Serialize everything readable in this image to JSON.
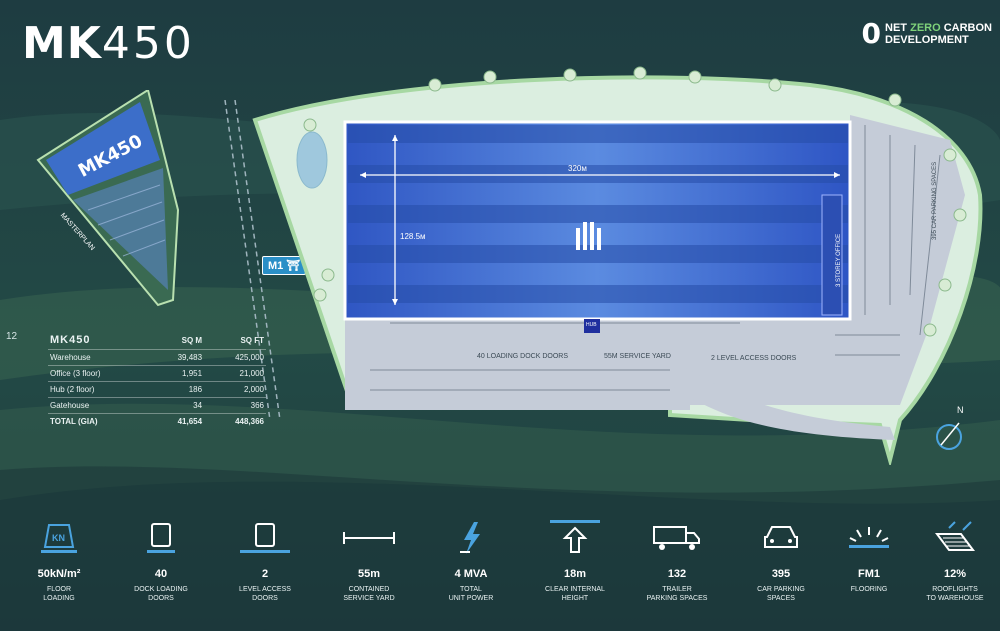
{
  "brand": {
    "logo_bold": "MK",
    "logo_thin": "450"
  },
  "badge": {
    "mark": "0",
    "line1_prefix": "NET ",
    "line1_highlight": "ZERO",
    "line1_suffix": " CARBON",
    "line2": "DEVELOPMENT"
  },
  "page_number": "12",
  "masterplan": {
    "label": "MASTERPLAN",
    "logo_text": "MK450"
  },
  "site": {
    "road_label": "M1",
    "width_label": "320м",
    "height_label": "128.5м",
    "office_label": "3 STOREY OFFICE",
    "car_parking_label": "395 CAR PARKING SPACES",
    "hub_label": "HUB",
    "loading_label": "40 LOADING DOCK DOORS",
    "yard_label": "55M SERVICE YARD",
    "access_label": "2 LEVEL ACCESS DOORS",
    "north_label": "N"
  },
  "schedule": {
    "headers": [
      "MK450",
      "SQ M",
      "SQ FT"
    ],
    "rows": [
      [
        "Warehouse",
        "39,483",
        "425,000"
      ],
      [
        "Office (3 floor)",
        "1,951",
        "21,000"
      ],
      [
        "Hub (2 floor)",
        "186",
        "2,000"
      ],
      [
        "Gatehouse",
        "34",
        "366"
      ]
    ],
    "total": [
      "TOTAL (GIA)",
      "41,654",
      "448,366"
    ]
  },
  "features": [
    {
      "icon": "floor-loading-icon",
      "value": "50kN/m²",
      "label": "FLOOR\nLOADING"
    },
    {
      "icon": "dock-door-icon",
      "value": "40",
      "label": "DOCK LOADING\nDOORS"
    },
    {
      "icon": "level-access-door-icon",
      "value": "2",
      "label": "LEVEL ACCESS\nDOORS"
    },
    {
      "icon": "service-yard-icon",
      "value": "55m",
      "label": "CONTAINED\nSERVICE YARD"
    },
    {
      "icon": "power-icon",
      "value": "4 MVA",
      "label": "TOTAL\nUNIT POWER"
    },
    {
      "icon": "height-arrow-icon",
      "value": "18m",
      "label": "CLEAR INTERNAL\nHEIGHT"
    },
    {
      "icon": "truck-icon",
      "value": "132",
      "label": "TRAILER\nPARKING SPACES"
    },
    {
      "icon": "car-icon",
      "value": "395",
      "label": "CAR PARKING\nSPACES"
    },
    {
      "icon": "flooring-icon",
      "value": "FM1",
      "label": "FLOORING"
    },
    {
      "icon": "rooflight-icon",
      "value": "12%",
      "label": "ROOFLIGHTS\nTO WAREHOUSE"
    }
  ],
  "colors": {
    "accent_blue": "#4aa3df",
    "site_green": "#cfe8d4",
    "roof_blue": "#3d6fd6"
  }
}
